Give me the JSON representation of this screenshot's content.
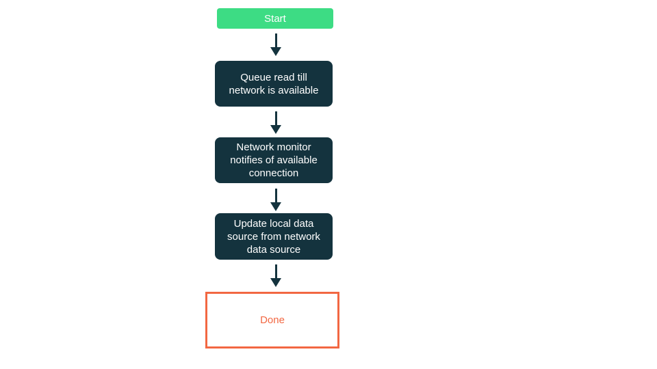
{
  "flowchart": {
    "nodes": [
      {
        "id": "start",
        "type": "start",
        "label": "Start"
      },
      {
        "id": "step1",
        "type": "process",
        "label": "Queue read till network is available"
      },
      {
        "id": "step2",
        "type": "process",
        "label": "Network monitor notifies of available connection"
      },
      {
        "id": "step3",
        "type": "process",
        "label": "Update local data source from network data source"
      },
      {
        "id": "done",
        "type": "end",
        "label": "Done"
      }
    ],
    "edges": [
      {
        "from": "start",
        "to": "step1"
      },
      {
        "from": "step1",
        "to": "step2"
      },
      {
        "from": "step2",
        "to": "step3"
      },
      {
        "from": "step3",
        "to": "done"
      }
    ],
    "colors": {
      "background": "#ffffff",
      "start_fill": "#3ddc84",
      "process_fill": "#14333e",
      "node_text": "#ffffff",
      "arrow": "#14333e",
      "done_border": "#f26742",
      "done_text": "#f26742"
    }
  }
}
